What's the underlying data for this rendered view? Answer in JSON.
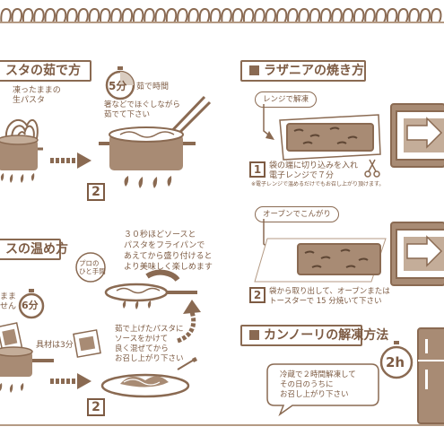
{
  "sections": {
    "pasta_boil": {
      "title": "スタの茹で方",
      "frozen_label": "凍ったままの\n生パスタ",
      "timer_value": "5分",
      "boil_time_label": "茹で時間",
      "note": "箸などでほぐしながら\n茹でて下さい",
      "step2": "2"
    },
    "sauce_warm": {
      "title": "スの温め方",
      "description": "３０秒ほどソースと\nパスタをフライパンで\nあえてから盛り付けると\nより美味しく楽しめます",
      "pro_badge": "プロの\nひと手間",
      "left_partial": "まま\nせん",
      "timer_value": "6分",
      "ingredients_label": "具材は3分",
      "step2_note": "茹で上げたパスタに\nソースをかけて\n良く混ぜてから\nお召し上がり下さい",
      "step2": "2"
    },
    "lasagna": {
      "title": "ラザニアの焼き方",
      "bubble1": "レンジで解凍",
      "step1": "1",
      "step1_text": "袋の端に切り込みを入れ\n電子レンジで７分",
      "step1_note": "※電子レンジで温めるだけでもお召し上がり頂けます。",
      "bubble2": "オーブンでこんがり",
      "step2": "2",
      "step2_text": "袋から取り出して、オーブンまたは\nトースターで 15 分焼いて下さい"
    },
    "cannoli": {
      "title": "カンノーリの解凍方法",
      "timer_value": "2h",
      "note": "冷蔵で２時間解凍して\nその日のうちに\nお召し上がり下さい"
    }
  },
  "colors": {
    "primary": "#8a6a52",
    "fill": "#a88b74",
    "light": "#d9ccc0"
  }
}
